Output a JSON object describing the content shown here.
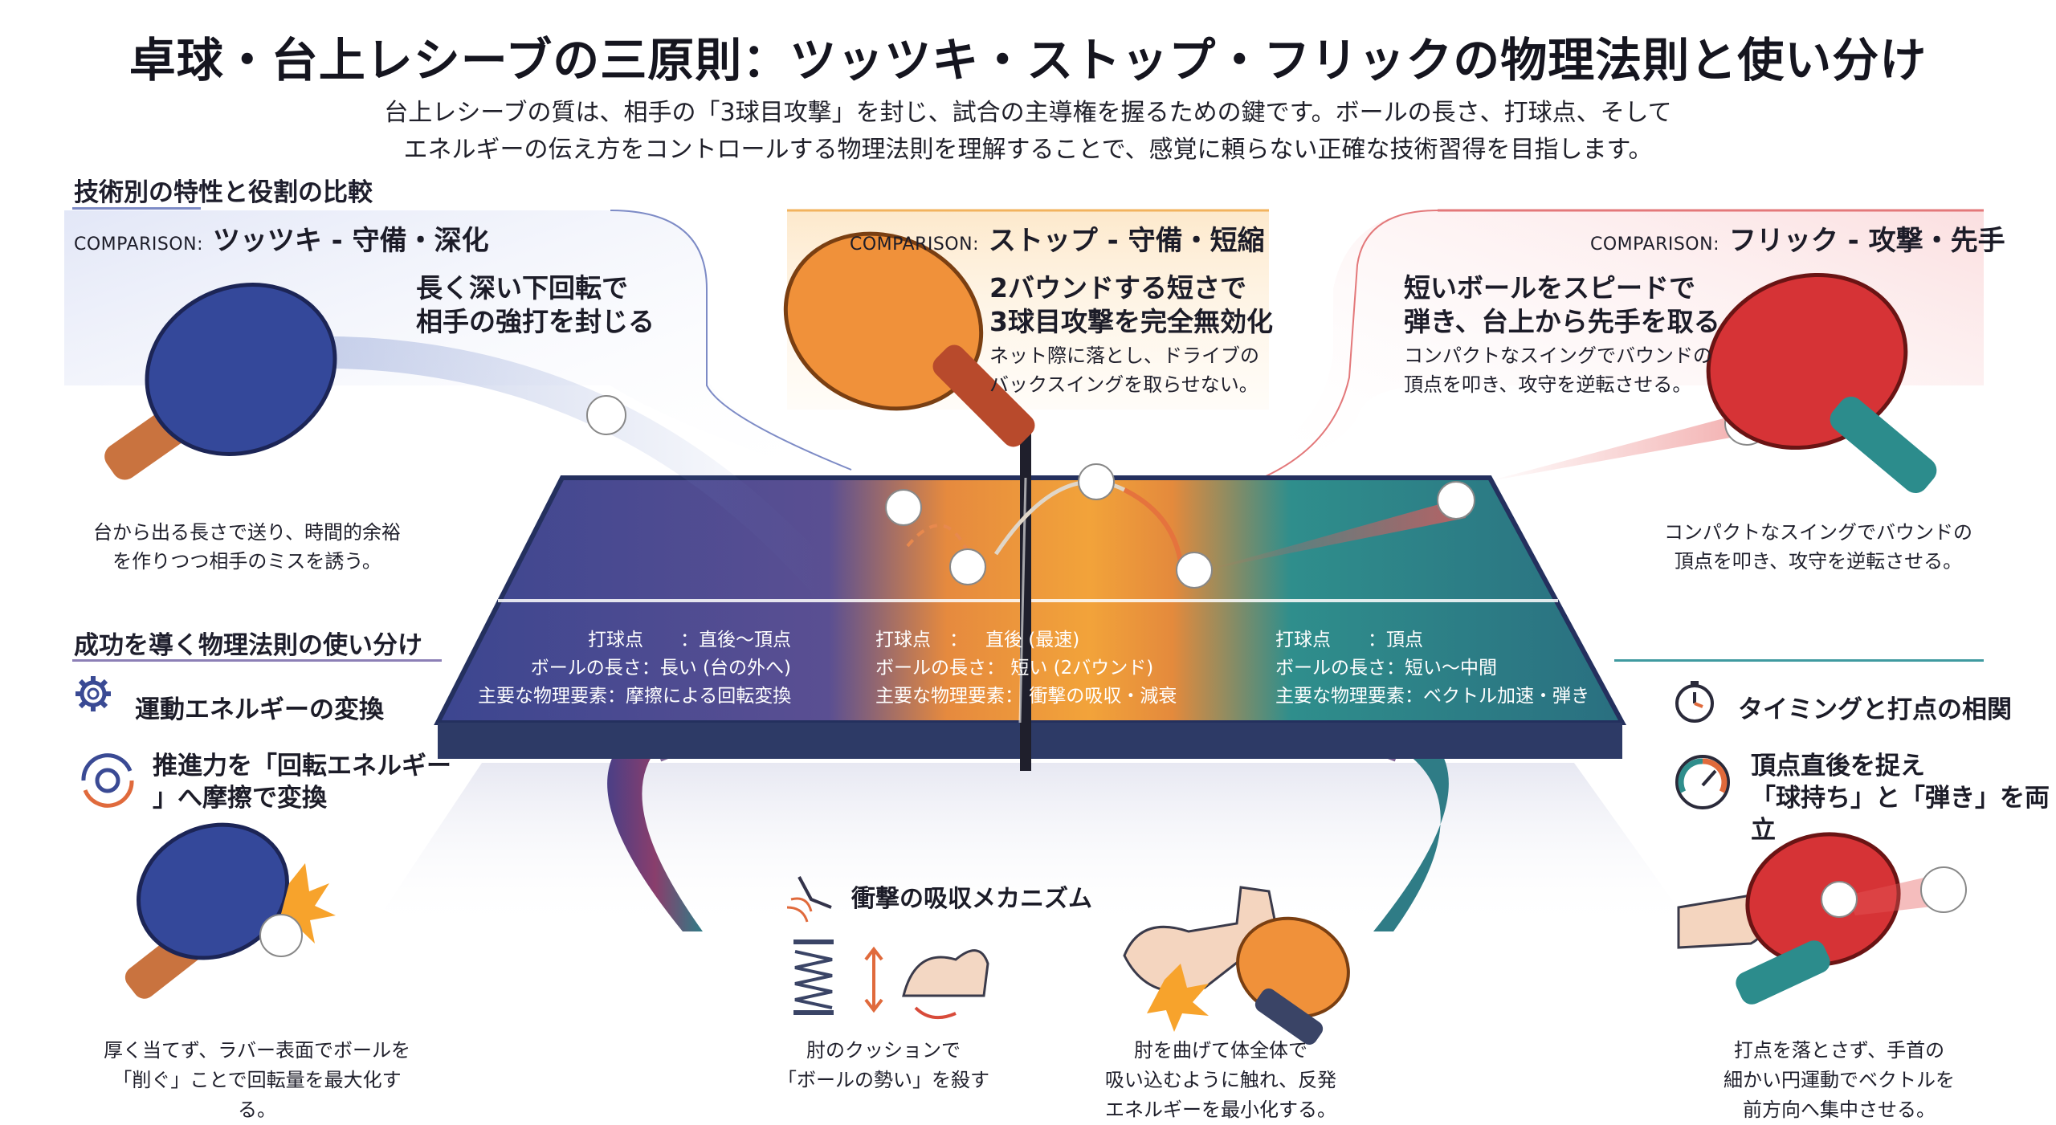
{
  "header": {
    "title": "卓球・台上レシーブの三原則：ツッツキ・ストップ・フリックの物理法則と使い分け",
    "subtitle_line1": "台上レシーブの質は、相手の「3球目攻撃」を封じ、試合の主導権を握るための鍵です。ボールの長さ、打球点、そして",
    "subtitle_line2": "エネルギーの伝え方をコントロールする物理法則を理解することで、感覚に頼らない正確な技術習得を目指します。"
  },
  "section_compare": {
    "heading": "技術別の特性と役割の比較"
  },
  "section_physics": {
    "heading": "成功を導く物理法則の使い分け"
  },
  "techniques": [
    {
      "prefix": "COMPARISON:",
      "name": "ツッツキ - 守備・深化",
      "headline_1": "長く深い下回転で",
      "headline_2": "相手の強打を封じる",
      "note_1": "台から出る長さで送り、時間的余裕",
      "note_2": "を作りつつ相手のミスを誘う。",
      "rows": [
        {
          "label": "打球点　　：",
          "value": "直後〜頂点"
        },
        {
          "label": "ボールの長さ：",
          "value": "長い (台の外へ)"
        },
        {
          "label": "主要な物理要素：",
          "value": "摩擦による回転変換"
        }
      ]
    },
    {
      "prefix": "COMPARISON:",
      "name": "ストップ - 守備・短縮",
      "headline_1": "2バウンドする短さで",
      "headline_2": "3球目攻撃を完全無効化",
      "note_1": "ネット際に落とし、ドライブの",
      "note_2": "バックスイングを取らせない。",
      "rows": [
        {
          "label": "打球点　：",
          "value": "直後 (最速)"
        },
        {
          "label": "ボールの長さ：",
          "value": "短い (2バウンド)"
        },
        {
          "label": "主要な物理要素：",
          "value": "衝撃の吸収・減衰"
        }
      ]
    },
    {
      "prefix": "COMPARISON:",
      "name": "フリック - 攻撃・先手",
      "headline_1": "短いボールをスピードで",
      "headline_2": "弾き、台上から先手を取る",
      "note_1": "コンパクトなスイングでバウンドの",
      "note_2": "頂点を叩き、攻守を逆転させる。",
      "rows": [
        {
          "label": "打球点　　：",
          "value": "頂点"
        },
        {
          "label": "ボールの長さ：",
          "value": "短い〜中間"
        },
        {
          "label": "主要な物理要素：",
          "value": "ベクトル加速・弾き"
        }
      ]
    }
  ],
  "right_note": {
    "line1": "コンパクトなスイングでバウンドの",
    "line2": "頂点を叩き、攻守を逆転させる。"
  },
  "physics_left": {
    "energy_title": "運動エネルギーの変換",
    "energy_desc_1": "推進力を「回転エネルギー",
    "energy_desc_2": "」へ摩擦で変換",
    "caption_1": "厚く当てず、ラバー表面でボールを",
    "caption_2": "「削ぐ」ことで回転量を最大化する。"
  },
  "physics_center": {
    "title": "衝撃の吸収メカニズム",
    "caption_a_1": "肘のクッションで",
    "caption_a_2": "「ボールの勢い」を殺す",
    "caption_b_1": "肘を曲げて体全体で",
    "caption_b_2": "吸い込むように触れ、反発",
    "caption_b_3": "エネルギーを最小化する。"
  },
  "physics_right": {
    "timing_title": "タイミングと打点の相関",
    "apex_1": "頂点直後を捉え",
    "apex_2": "「球持ち」と「弾き」を両立",
    "caption_1": "打点を落とさず、手首の",
    "caption_2": "細かい円運動でベクトルを",
    "caption_3": "前方向へ集中させる。"
  },
  "colors": {
    "tsutsuki": "#3b4a94",
    "stop": "#f0a03c",
    "flick": "#d8393c",
    "teal": "#2f8e8c",
    "table_dark": "#34406f"
  }
}
